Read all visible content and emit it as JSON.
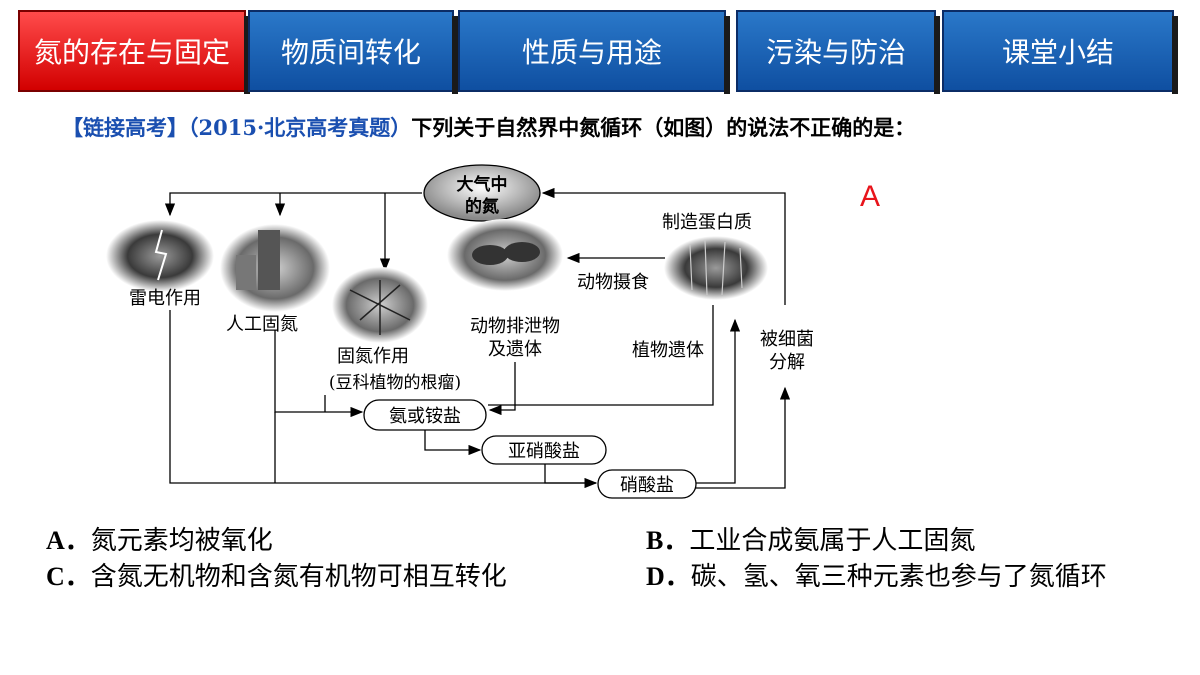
{
  "nav": {
    "tabs": [
      {
        "label": "氮的存在与固定",
        "active": true
      },
      {
        "label": "物质间转化",
        "active": false
      },
      {
        "label": "性质与用途",
        "active": false
      },
      {
        "label": "污染与防治",
        "active": false
      },
      {
        "label": "课堂小结",
        "active": false
      }
    ]
  },
  "question": {
    "tag": "【链接高考】",
    "source": "（2015·北京高考真题）",
    "text": "下列关于自然界中氮循环（如图）的说法不正确的是："
  },
  "answer": "A",
  "diagram": {
    "atmosphere": [
      "大气中",
      "的氮"
    ],
    "lightning": "雷电作用",
    "industrial": "人工固氮",
    "fixation": "固氮作用",
    "fixation_note": "(豆科植物的根瘤)",
    "animal_waste": [
      "动物排泄物",
      "及遗体"
    ],
    "animal_eat": "动物摄食",
    "protein": "制造蛋白质",
    "plant_remains": "植物遗体",
    "bacteria": [
      "被细菌",
      "分解"
    ],
    "ammonia": "氨或铵盐",
    "nitrite": "亚硝酸盐",
    "nitrate": "硝酸盐"
  },
  "options": [
    {
      "letter": "A",
      "text": "氮元素均被氧化"
    },
    {
      "letter": "B",
      "text": "工业合成氨属于人工固氮"
    },
    {
      "letter": "C",
      "text": "含氮无机物和含氮有机物可相互转化"
    },
    {
      "letter": "D",
      "text": "碳、氢、氧三种元素也参与了氮循环"
    }
  ],
  "colors": {
    "active_tab": "#e00000",
    "tab": "#1656a8",
    "answer": "#e8141b",
    "tag": "#1a4fb0"
  }
}
